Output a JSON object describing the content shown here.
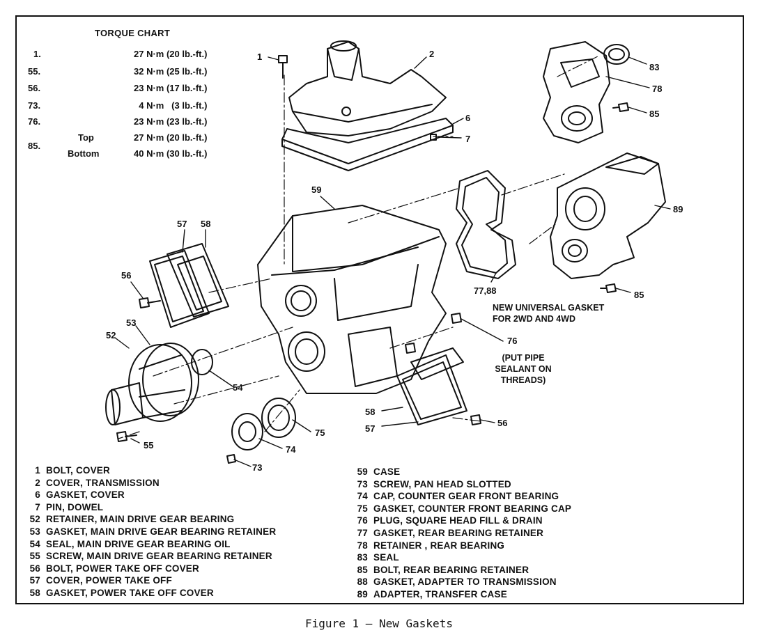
{
  "torque_chart": {
    "title": "TORQUE CHART",
    "rows": [
      {
        "num": "1.",
        "pos": "",
        "value": "27 N·m (20 lb.-ft.)"
      },
      {
        "num": "55.",
        "pos": "",
        "value": "32 N·m (25 lb.-ft.)"
      },
      {
        "num": "56.",
        "pos": "",
        "value": "23 N·m (17 lb.-ft.)"
      },
      {
        "num": "73.",
        "pos": "",
        "value": "  4 N·m   (3 lb.-ft.)"
      },
      {
        "num": "76.",
        "pos": "",
        "value": "23 N·m (23 lb.-ft.)"
      },
      {
        "num": "",
        "pos": "Top",
        "value": "27 N·m (20 lb.-ft.)"
      },
      {
        "num": "85.",
        "pos": "Bottom",
        "value": "40 N·m (30 lb.-ft.)"
      }
    ]
  },
  "callouts": {
    "c1": "1",
    "c2": "2",
    "c6": "6",
    "c7": "7",
    "c83": "83",
    "c78": "78",
    "c85a": "85",
    "c59": "59",
    "c89": "89",
    "c57a": "57",
    "c58a": "58",
    "c56a": "56",
    "c7788": "77,88",
    "c85b": "85",
    "c53": "53",
    "c52": "52",
    "c76": "76",
    "c54": "54",
    "c75": "75",
    "c58b": "58",
    "c57b": "57",
    "c56b": "56",
    "c74": "74",
    "c55": "55",
    "c73": "73"
  },
  "notes": {
    "gasket_line1": "NEW UNIVERSAL GASKET",
    "gasket_line2": "FOR 2WD AND 4WD",
    "sealant_line1": "(PUT PIPE",
    "sealant_line2": "SEALANT ON",
    "sealant_line3": "THREADS)"
  },
  "legend_left": [
    {
      "num": "1",
      "text": "BOLT, COVER"
    },
    {
      "num": "2",
      "text": "COVER, TRANSMISSION"
    },
    {
      "num": "6",
      "text": "GASKET, COVER"
    },
    {
      "num": "7",
      "text": "PIN, DOWEL"
    },
    {
      "num": "52",
      "text": "RETAINER, MAIN DRIVE GEAR BEARING"
    },
    {
      "num": "53",
      "text": "GASKET, MAIN DRIVE GEAR BEARING RETAINER"
    },
    {
      "num": "54",
      "text": "SEAL, MAIN DRIVE GEAR BEARING OIL"
    },
    {
      "num": "55",
      "text": "SCREW, MAIN DRIVE GEAR BEARING RETAINER"
    },
    {
      "num": "56",
      "text": "BOLT, POWER TAKE OFF COVER"
    },
    {
      "num": "57",
      "text": "COVER, POWER TAKE OFF"
    },
    {
      "num": "58",
      "text": "GASKET, POWER TAKE OFF COVER"
    }
  ],
  "legend_right": [
    {
      "num": "59",
      "text": "CASE"
    },
    {
      "num": "73",
      "text": "SCREW, PAN HEAD SLOTTED"
    },
    {
      "num": "74",
      "text": "CAP, COUNTER GEAR FRONT BEARING"
    },
    {
      "num": "75",
      "text": "GASKET, COUNTER FRONT BEARING CAP"
    },
    {
      "num": "76",
      "text": "PLUG, SQUARE HEAD FILL & DRAIN"
    },
    {
      "num": "77",
      "text": "GASKET, REAR BEARING RETAINER"
    },
    {
      "num": "78",
      "text": "RETAINER , REAR BEARING"
    },
    {
      "num": "83",
      "text": "SEAL"
    },
    {
      "num": "85",
      "text": "BOLT, REAR BEARING RETAINER"
    },
    {
      "num": "88",
      "text": "GASKET, ADAPTER TO TRANSMISSION"
    },
    {
      "num": "89",
      "text": "ADAPTER, TRANSFER CASE"
    }
  ],
  "caption": "Figure 1 — New Gaskets"
}
